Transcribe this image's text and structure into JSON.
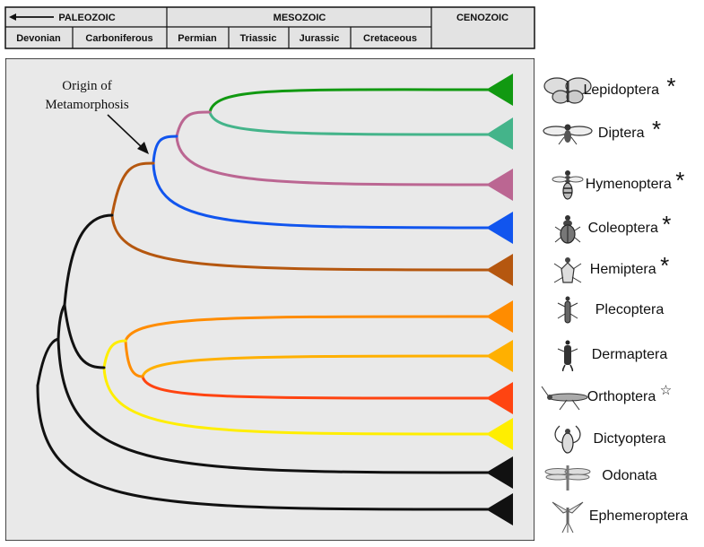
{
  "timeline": {
    "eras": [
      {
        "label": "PALEOZOIC",
        "arrow": "left"
      },
      {
        "label": "MESOZOIC"
      },
      {
        "label": "CENOZOIC"
      }
    ],
    "periods": [
      "Devonian",
      "Carboniferous",
      "Permian",
      "Triassic",
      "Jurassic",
      "Cretaceous"
    ]
  },
  "annotation": {
    "line1": "Origin of",
    "line2": "Metamorphosis"
  },
  "taxa": [
    {
      "name": "Lepidoptera",
      "mark": "*",
      "color": "#119911",
      "icon": "butterfly-icon"
    },
    {
      "name": "Diptera",
      "mark": "*",
      "color": "#44b48a",
      "icon": "fly-icon"
    },
    {
      "name": "Hymenoptera",
      "mark": "*",
      "color": "#bb6692",
      "icon": "wasp-icon"
    },
    {
      "name": "Coleoptera",
      "mark": "*",
      "color": "#1155ee",
      "icon": "beetle-icon"
    },
    {
      "name": "Hemiptera",
      "mark": "*",
      "color": "#b5570f",
      "icon": "bug-icon"
    },
    {
      "name": "Plecoptera",
      "mark": "",
      "color": "#ff8c00",
      "icon": "stonefly-icon"
    },
    {
      "name": "Dermaptera",
      "mark": "",
      "color": "#ffb000",
      "icon": "earwig-icon"
    },
    {
      "name": "Orthoptera",
      "mark": "☆",
      "color": "#ff4411",
      "icon": "grasshopper-icon"
    },
    {
      "name": "Dictyoptera",
      "mark": "",
      "color": "#ffee00",
      "icon": "mantis-icon"
    },
    {
      "name": "Odonata",
      "mark": "",
      "color": "#000000",
      "icon": "dragonfly-icon"
    },
    {
      "name": "Ephemeroptera",
      "mark": "",
      "color": "#000000",
      "icon": "mayfly-icon"
    }
  ]
}
